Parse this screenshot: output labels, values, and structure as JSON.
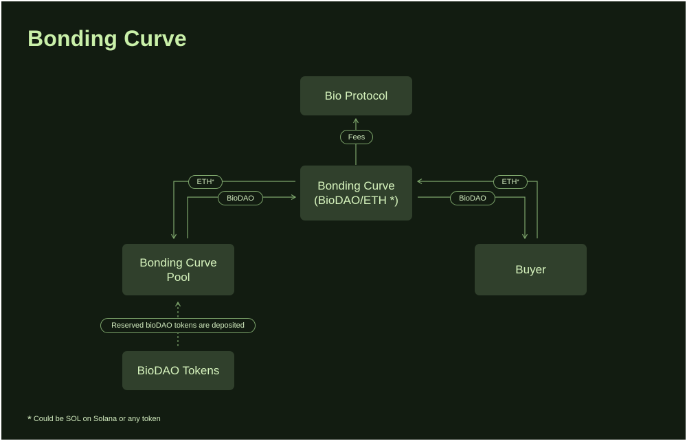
{
  "title": "Bonding Curve",
  "nodes": {
    "bio_protocol": "Bio Protocol",
    "bonding_curve_line1": "Bonding Curve",
    "bonding_curve_line2": "(BioDAO/ETH *)",
    "pool_line1": "Bonding Curve",
    "pool_line2": "Pool",
    "buyer": "Buyer",
    "tokens": "BioDAO Tokens"
  },
  "edges": {
    "fees": "Fees",
    "eth_left": "ETH",
    "biodao_left": "BioDAO",
    "eth_right": "ETH",
    "biodao_right": "BioDAO",
    "eth_marker": "*",
    "deposit": "Reserved bioDAO tokens are deposited"
  },
  "footnote": {
    "marker": "*",
    "text": "Could be SOL on Solana or any token"
  },
  "colors": {
    "background": "#121c11",
    "node_fill": "#30402c",
    "title": "#c9f0a9",
    "line": "#7ea66c"
  }
}
